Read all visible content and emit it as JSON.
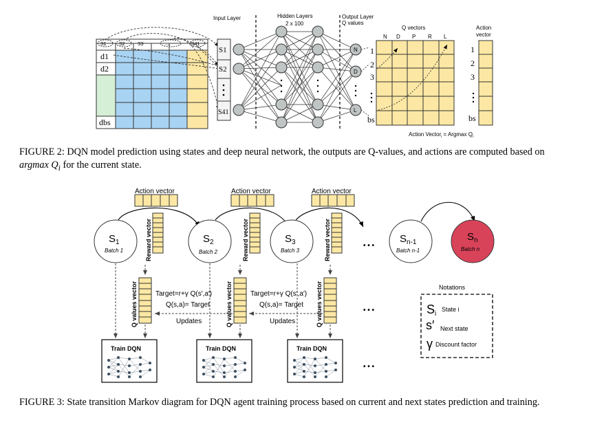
{
  "figure2": {
    "caption_prefix": "FIGURE 2: DQN model prediction using states and deep neural network, the outputs are Q-values, and actions are computed based on ",
    "caption_math": "argmax Q",
    "caption_math_sub": "i",
    "caption_suffix": " for the current state.",
    "input_layer_label": "Input Layer",
    "hidden_layers_label": "Hidden Layers",
    "hidden_layers_size": "2 x 100",
    "output_layer_label": "Output Layer",
    "output_layer_sublabel": "Q values",
    "q_vectors_label": "Q vectors",
    "action_vector_label_1": "Action",
    "action_vector_label_2": "vector",
    "table_headers": [
      "S1",
      "S2",
      "S3",
      "....",
      "S41"
    ],
    "row_labels": [
      "d1",
      "d2",
      "dbs"
    ],
    "input_nodes": [
      "S1",
      "S2",
      "S41"
    ],
    "output_nodes": [
      "N",
      "D",
      "L"
    ],
    "q_columns": [
      "N",
      "D",
      "P",
      "R",
      "L"
    ],
    "q_row_labels": [
      "1",
      "2",
      "3",
      "bs"
    ],
    "action_rows": [
      "1",
      "2",
      "3",
      "bs"
    ],
    "action_formula": "Action Vector",
    "action_formula_sub": "i",
    "action_formula_rest": " = Argmax Q",
    "action_formula_sub2": "i"
  },
  "figure3": {
    "caption": "FIGURE 3: State transition Markov diagram for DQN agent training process based on current and next states prediction and training.",
    "action_vector_label": "Action vector",
    "reward_vector_label": "Reward vector",
    "q_values_vector_label": "Q values vector",
    "states": [
      {
        "name": "S",
        "sub": "1",
        "batch": "Batch 1"
      },
      {
        "name": "S",
        "sub": "2",
        "batch": "Batch 2"
      },
      {
        "name": "S",
        "sub": "3",
        "batch": "Batch 3"
      },
      {
        "name": "S",
        "sub": "n-1",
        "batch": "Batch n-1"
      },
      {
        "name": "S",
        "sub": "n",
        "batch": "Batch n"
      }
    ],
    "target_formula": "Target=r+γ Q(s′,a′)",
    "q_equals": "Q(s,a)= Target",
    "updates_label": "Updates",
    "train_dqn_label": "Train DQN",
    "dots": "• • •",
    "notations_title": "Notations",
    "notation_items": [
      {
        "symbol": "S",
        "sub": "i",
        "text": "State i"
      },
      {
        "symbol": "s′",
        "sub": "",
        "text": "Next state"
      },
      {
        "symbol": "γ",
        "sub": "",
        "text": "Discount factor"
      }
    ],
    "colors": {
      "yellow": "#fce8a4",
      "blue": "#a9d3f2",
      "green": "#d5eed6",
      "red": "#d9435a",
      "node": "#bfc4c4"
    }
  }
}
